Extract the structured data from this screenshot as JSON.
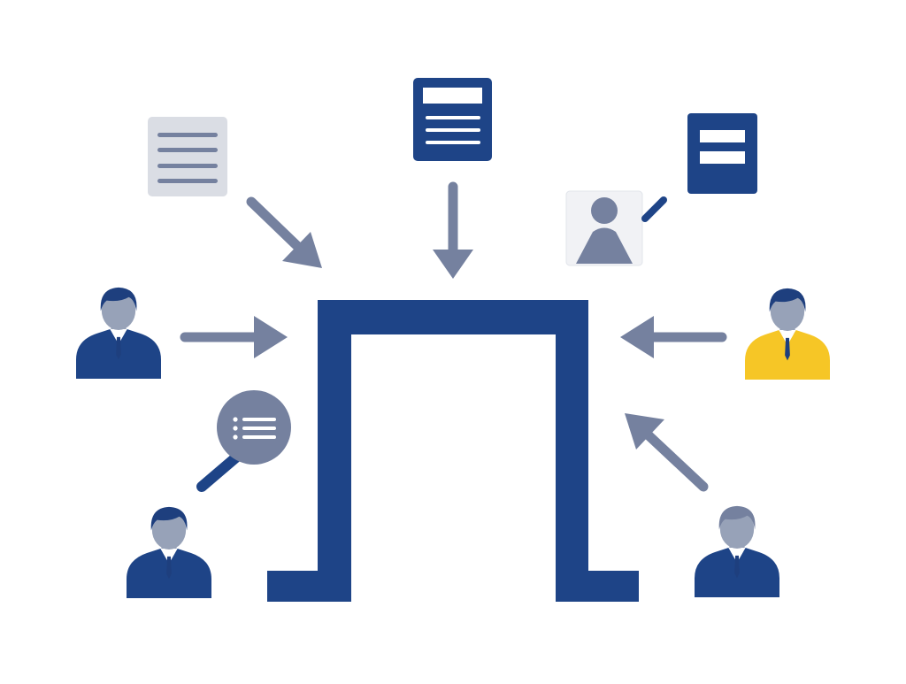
{
  "colors": {
    "background": "#ffffff",
    "navy": "#1e4487",
    "slate": "#75819f",
    "light_gray": "#dadde4",
    "skin_gray": "#97a2b8",
    "hair_navy": "#1e3f7e",
    "accent_yellow": "#f6c626",
    "white": "#ffffff"
  },
  "icons": {
    "gateway": "gateway-icon",
    "person": "person-icon",
    "document": "document-icon",
    "profile_card": "profile-card-icon",
    "search": "magnifier-icon",
    "arrow": "arrow-icon"
  },
  "people": [
    {
      "name": "person-left-top",
      "suit": "navy",
      "highlight": false
    },
    {
      "name": "person-left-bottom",
      "suit": "navy",
      "highlight": false
    },
    {
      "name": "person-right-top",
      "suit": "yellow",
      "highlight": true
    },
    {
      "name": "person-right-bottom",
      "suit": "navy",
      "highlight": false
    }
  ],
  "documents": [
    {
      "name": "document-top-center",
      "style": "navy"
    },
    {
      "name": "document-top-left",
      "style": "light"
    },
    {
      "name": "document-top-right",
      "style": "navy"
    }
  ],
  "arrows": [
    {
      "name": "arrow-top-center",
      "direction": "down"
    },
    {
      "name": "arrow-top-left",
      "direction": "down-right"
    },
    {
      "name": "arrow-left",
      "direction": "right"
    },
    {
      "name": "arrow-right",
      "direction": "left"
    },
    {
      "name": "arrow-bottom-right",
      "direction": "up-left"
    },
    {
      "name": "arrow-top-right",
      "direction": "toward-document"
    }
  ]
}
